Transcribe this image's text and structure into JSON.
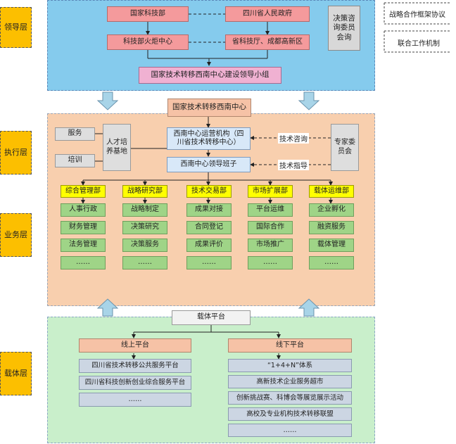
{
  "layers": {
    "leadership": "领导层",
    "execution": "执行层",
    "business": "业务层",
    "carrier": "载体层"
  },
  "legend": {
    "strategic": "战略合作框架协议",
    "joint": "联合工作机制"
  },
  "leadership": {
    "most": "国家科技部",
    "sichuan_gov": "四川省人民政府",
    "torch": "科技部火炬中心",
    "provincial": "省科技厅、成都高新区",
    "committee": "决策咨询委员会询",
    "group": "国家技术转移西南中心建设领导小组"
  },
  "center_title": "国家技术转移西南中心",
  "execution": {
    "ops": "西南中心运营机构（四川省技术转移中心）",
    "lead_team": "西南中心领导班子",
    "talent_base": "人才培养基地",
    "service": "服务",
    "training": "培训",
    "tech_consult": "技术咨询",
    "tech_guide": "技术指导",
    "experts": "专家委员会"
  },
  "departments": [
    {
      "name": "综合管理部",
      "items": [
        "人事行政",
        "财务管理",
        "法务管理",
        "……"
      ]
    },
    {
      "name": "战略研究部",
      "items": [
        "战略制定",
        "决策研究",
        "决策服务",
        "……"
      ]
    },
    {
      "name": "技术交易部",
      "items": [
        "成果对接",
        "合同登记",
        "成果评价",
        "……"
      ]
    },
    {
      "name": "市场扩展部",
      "items": [
        "平台运维",
        "国际合作",
        "市场推广",
        "……"
      ]
    },
    {
      "name": "载体运维部",
      "items": [
        "企业孵化",
        "融资服务",
        "载体管理",
        "……"
      ]
    }
  ],
  "carrier": {
    "title": "载体平台",
    "online": {
      "title": "线上平台",
      "items": [
        "四川省技术转移公共服务平台",
        "四川省科技创新创业综合服务平台",
        "……"
      ]
    },
    "offline": {
      "title": "线下平台",
      "items": [
        "“1+4+N”体系",
        "高新技术企业服务超市",
        "创新挑战赛、科博会等展览展示活动",
        "高校及专业机构技术转移联盟",
        "……"
      ]
    }
  }
}
